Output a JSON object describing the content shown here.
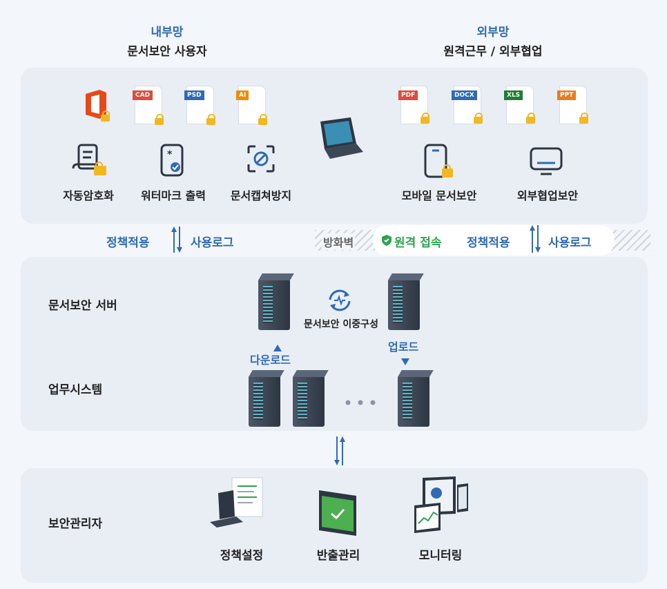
{
  "header": {
    "left_network": "내부망",
    "left_users": "문서보안 사용자",
    "right_network": "외부망",
    "right_users": "원격근무 / 외부협업"
  },
  "top_panel": {
    "left_docs": [
      "CAD",
      "PSD",
      "AI"
    ],
    "right_docs": [
      "PDF",
      "DOCX",
      "XLS",
      "PPT"
    ],
    "left_features": [
      "자동암호화",
      "워터마크 출력",
      "문서캡쳐방지"
    ],
    "right_features": [
      "모바일 문서보안",
      "외부협업보안"
    ]
  },
  "middle_bar": {
    "left_policy": "정책적용",
    "left_log": "사용로그",
    "firewall": "방화벽",
    "remote_access": "원격 접속",
    "right_policy": "정책적용",
    "right_log": "사용로그"
  },
  "server_panel": {
    "server_label": "문서보안 서버",
    "redundancy_label": "문서보안 이중구성",
    "download_label": "다운로드",
    "upload_label": "업로드",
    "business_label": "업무시스템"
  },
  "admin_panel": {
    "label": "보안관리자",
    "items": [
      "정책설정",
      "반출관리",
      "모니터링"
    ]
  },
  "colors": {
    "accent": "#2f6ab5",
    "green": "#2ea44f",
    "lock": "#f2b822"
  }
}
